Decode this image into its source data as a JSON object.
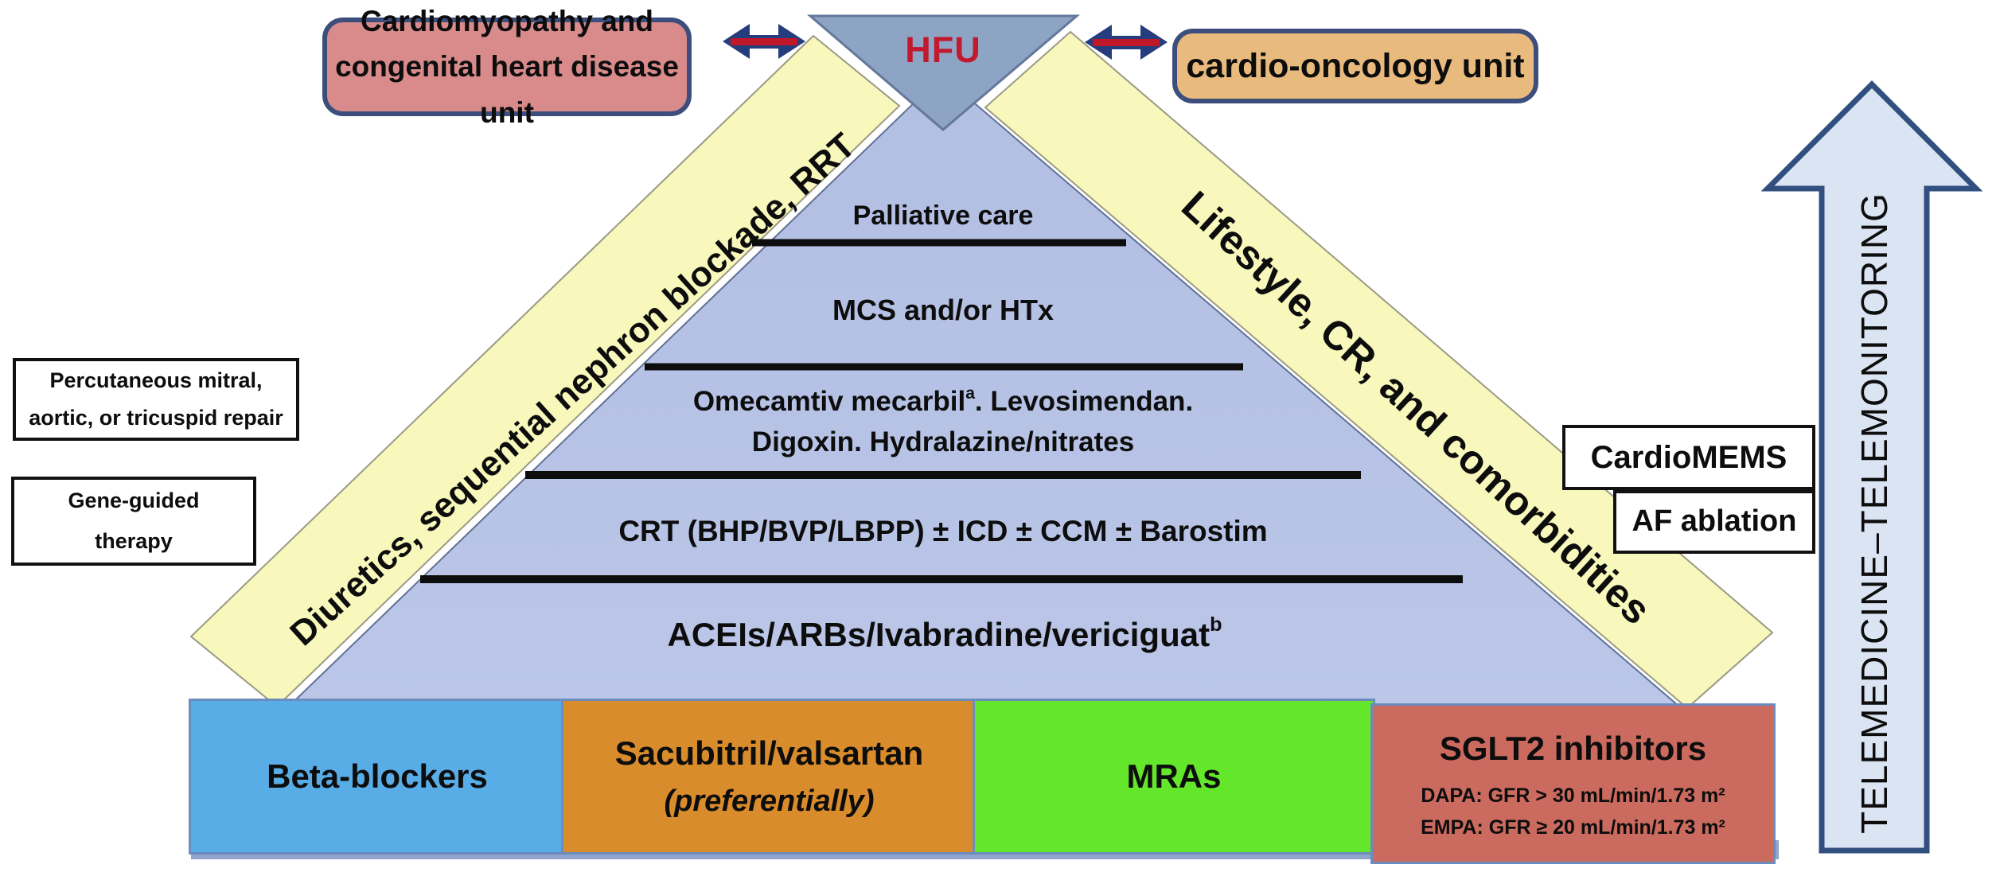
{
  "hfu_triangle": {
    "label": "HFU"
  },
  "cardiomyopathy_box": {
    "line1": "Cardiomyopathy and",
    "line2": "congenital heart disease unit"
  },
  "cardio_oncology_box": {
    "label": "cardio-oncology unit"
  },
  "left_band": {
    "label": "Diuretics, sequential nephron blockade, RRT"
  },
  "right_band": {
    "label": "Lifestyle, CR, and comorbidities"
  },
  "pyramid_layers": {
    "palliative": "Palliative care",
    "mcs": "MCS and/or HTx",
    "inotropes_main": "Omecamtiv mecarbil",
    "inotropes_sup": "a",
    "inotropes_rest": ". Levosimendan.",
    "inotropes_line2": "Digoxin. Hydralazine/nitrates",
    "devices": "CRT (BHP/BVP/LBPP) ± ICD ± CCM ± Barostim",
    "aceis_main": "ACEIs/ARBs/Ivabradine/vericiguat",
    "aceis_sup": "b"
  },
  "left_boxes": {
    "valve_repair_line1": "Percutaneous mitral,",
    "valve_repair_line2": "aortic, or tricuspid repair",
    "gene_line1": "Gene-guided",
    "gene_line2": "therapy"
  },
  "right_boxes": {
    "cardiomems": "CardioMEMS",
    "af_ablation": "AF ablation"
  },
  "telemonitoring_arrow": {
    "label": "TELEMEDICINE–TELEMONITORING"
  },
  "foundation_row": {
    "beta_blockers": "Beta-blockers",
    "sacubitril_line1": "Sacubitril/valsartan",
    "sacubitril_line2": "(preferentially)",
    "mras": "MRAs",
    "sglt2_title": "SGLT2 inhibitors",
    "sglt2_dapa": "DAPA: GFR > 30 mL/min/1.73 m²",
    "sglt2_empa": "EMPA: GFR ≥ 20 mL/min/1.73 m²"
  },
  "colors": {
    "pyramid_fill": "#b6c2e4",
    "band_fill": "#f8f8bc",
    "hfu_triangle_fill": "#8ea4c4",
    "hfu_text": "#c2192f",
    "cardiomyopathy_fill": "#d98b8b",
    "cardio_oncology_fill": "#e9ba7e",
    "beta_blockers_fill": "#58ade7",
    "sacubitril_fill": "#d98c2b",
    "mras_fill": "#64e72b",
    "sglt2_fill": "#cb6a5e",
    "telemonitoring_arrow_fill": "#dbe4f3",
    "telemonitoring_arrow_border": "#31507f",
    "double_arrow_navy": "#253c7d",
    "double_arrow_red": "#c01828"
  }
}
